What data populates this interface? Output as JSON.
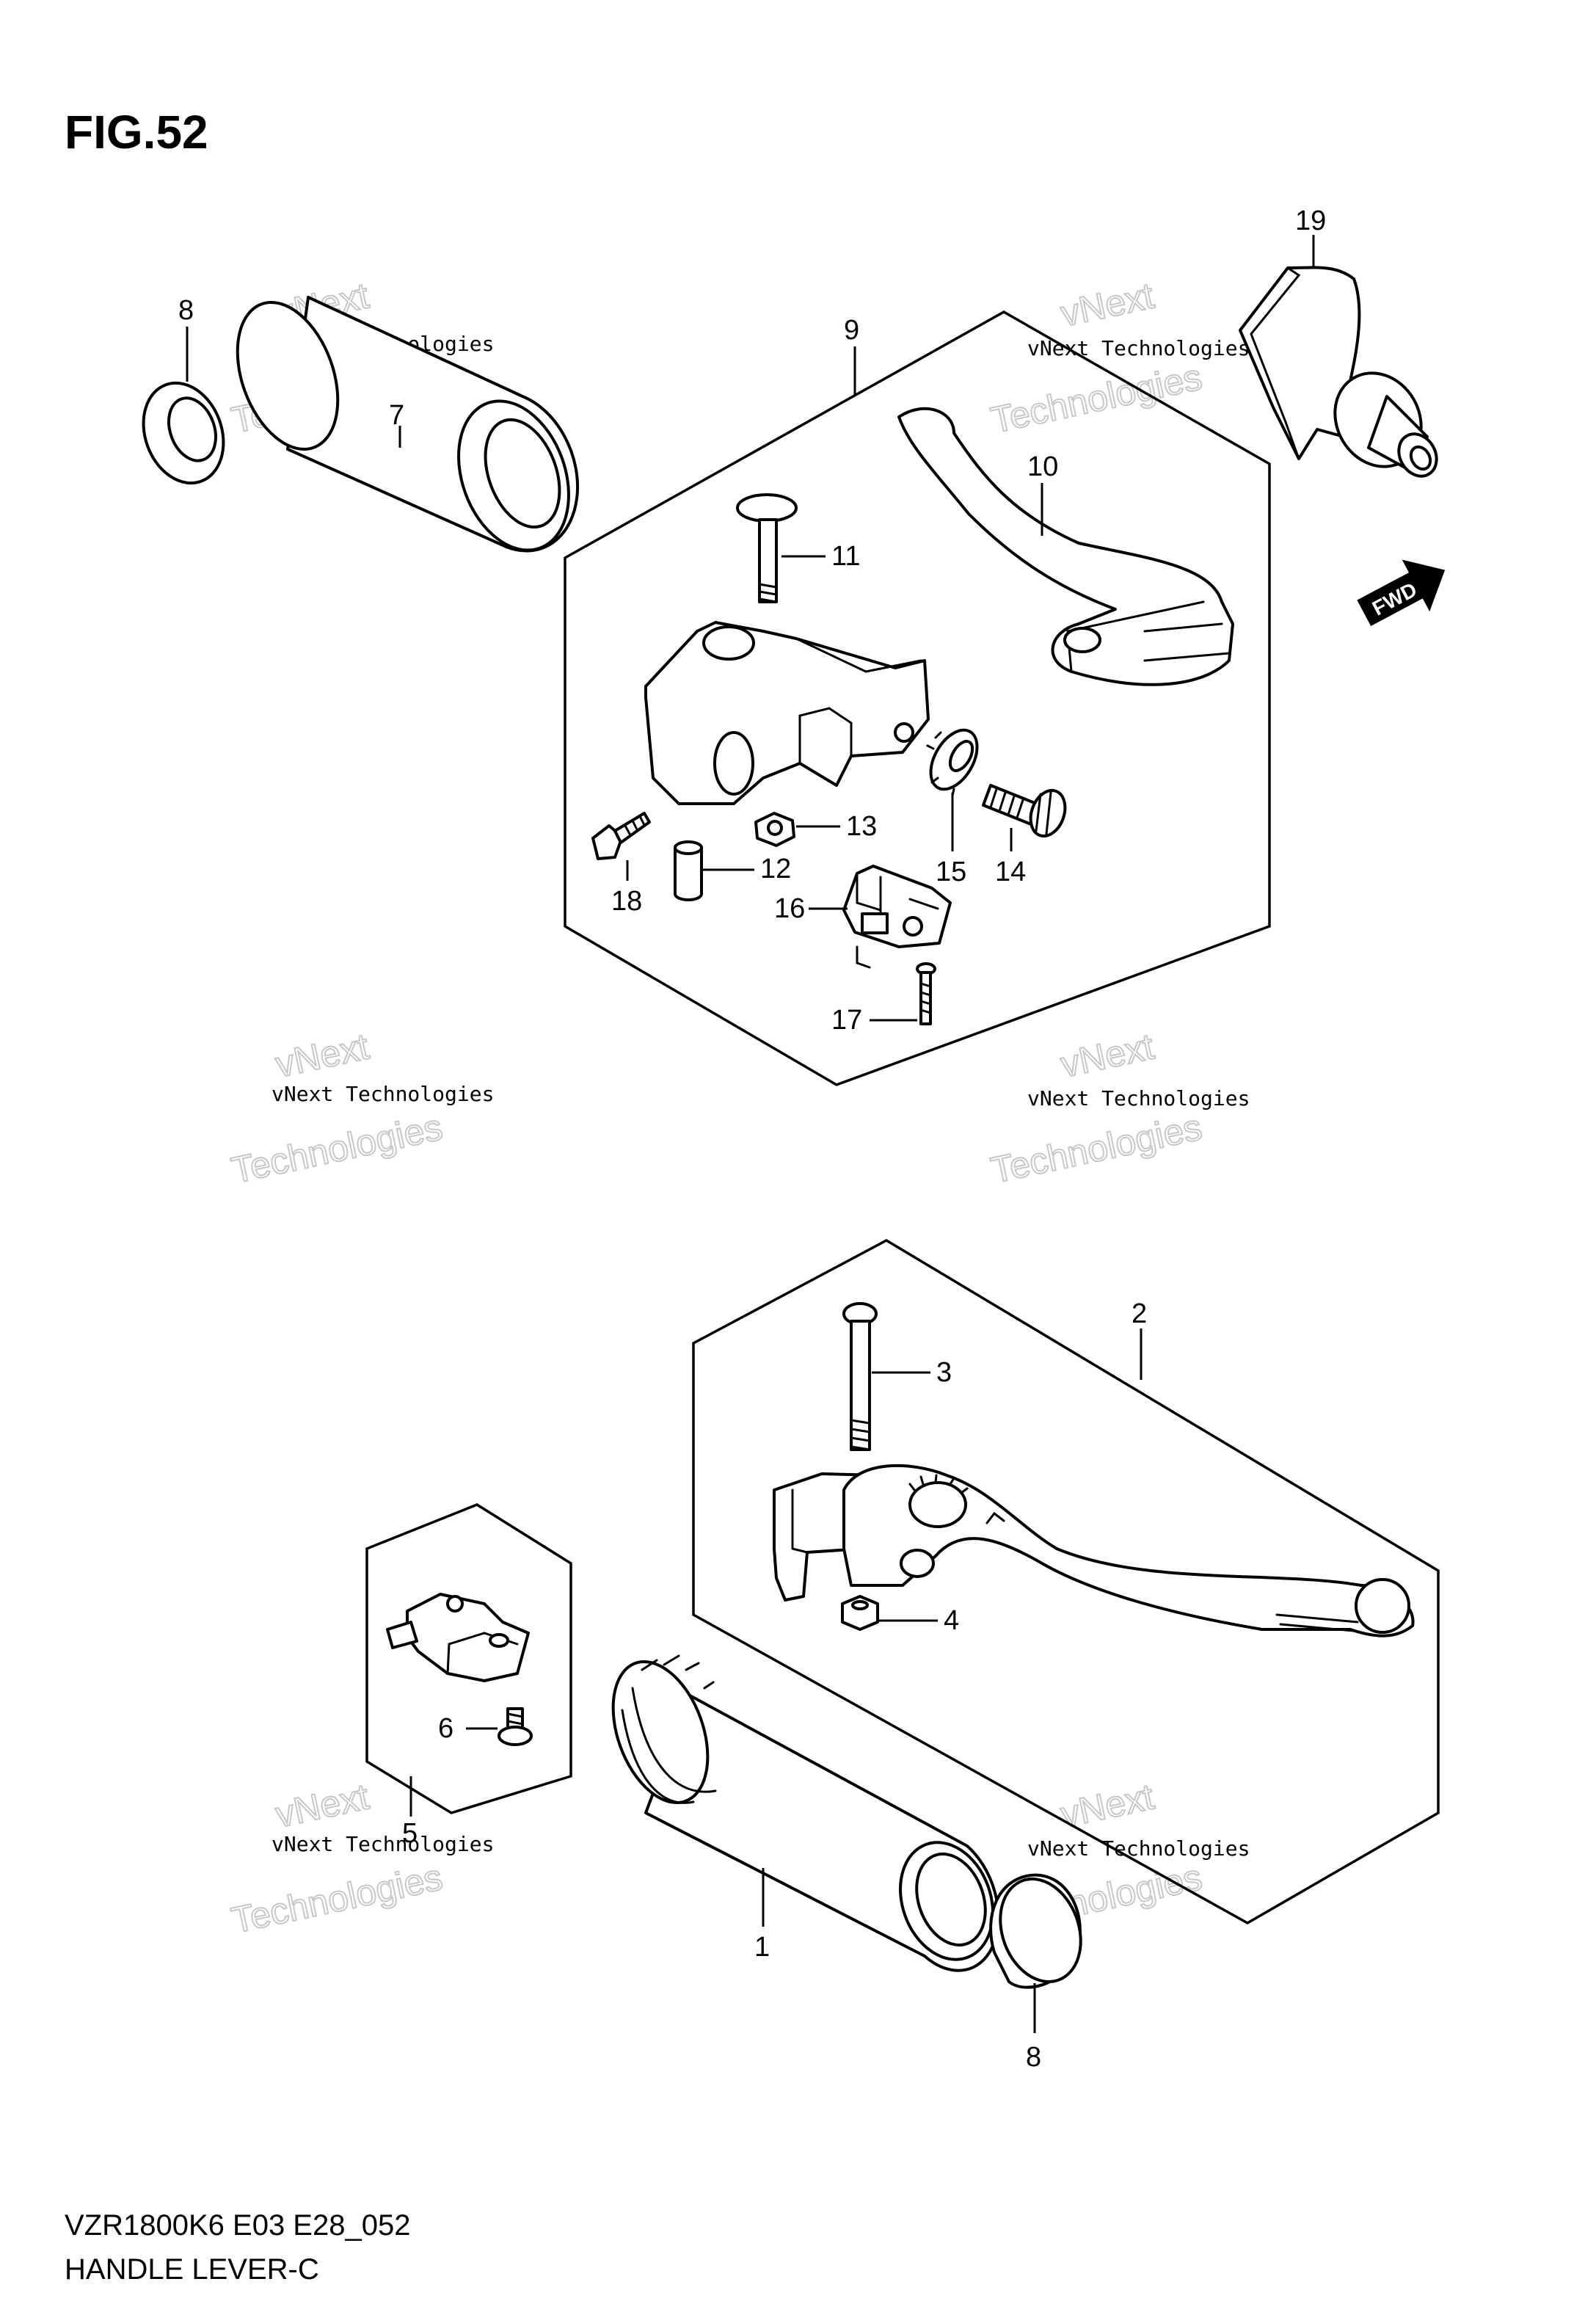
{
  "figure": {
    "title": "FIG.52"
  },
  "footer": {
    "line1": "VZR1800K6 E03 E28_052",
    "line2": "HANDLE LEVER-C"
  },
  "badge": {
    "label": "FWD"
  },
  "watermark": {
    "line1": "vNext",
    "line2": "vNext Technologies",
    "line3": "Technologies"
  },
  "callouts": {
    "p1": "1",
    "p2": "2",
    "p3": "3",
    "p4": "4",
    "p5": "5",
    "p6": "6",
    "p7": "7",
    "p8a": "8",
    "p8b": "8",
    "p9": "9",
    "p10": "10",
    "p11": "11",
    "p12": "12",
    "p13": "13",
    "p14": "14",
    "p15": "15",
    "p16": "16",
    "p17": "17",
    "p18": "18",
    "p19": "19"
  }
}
